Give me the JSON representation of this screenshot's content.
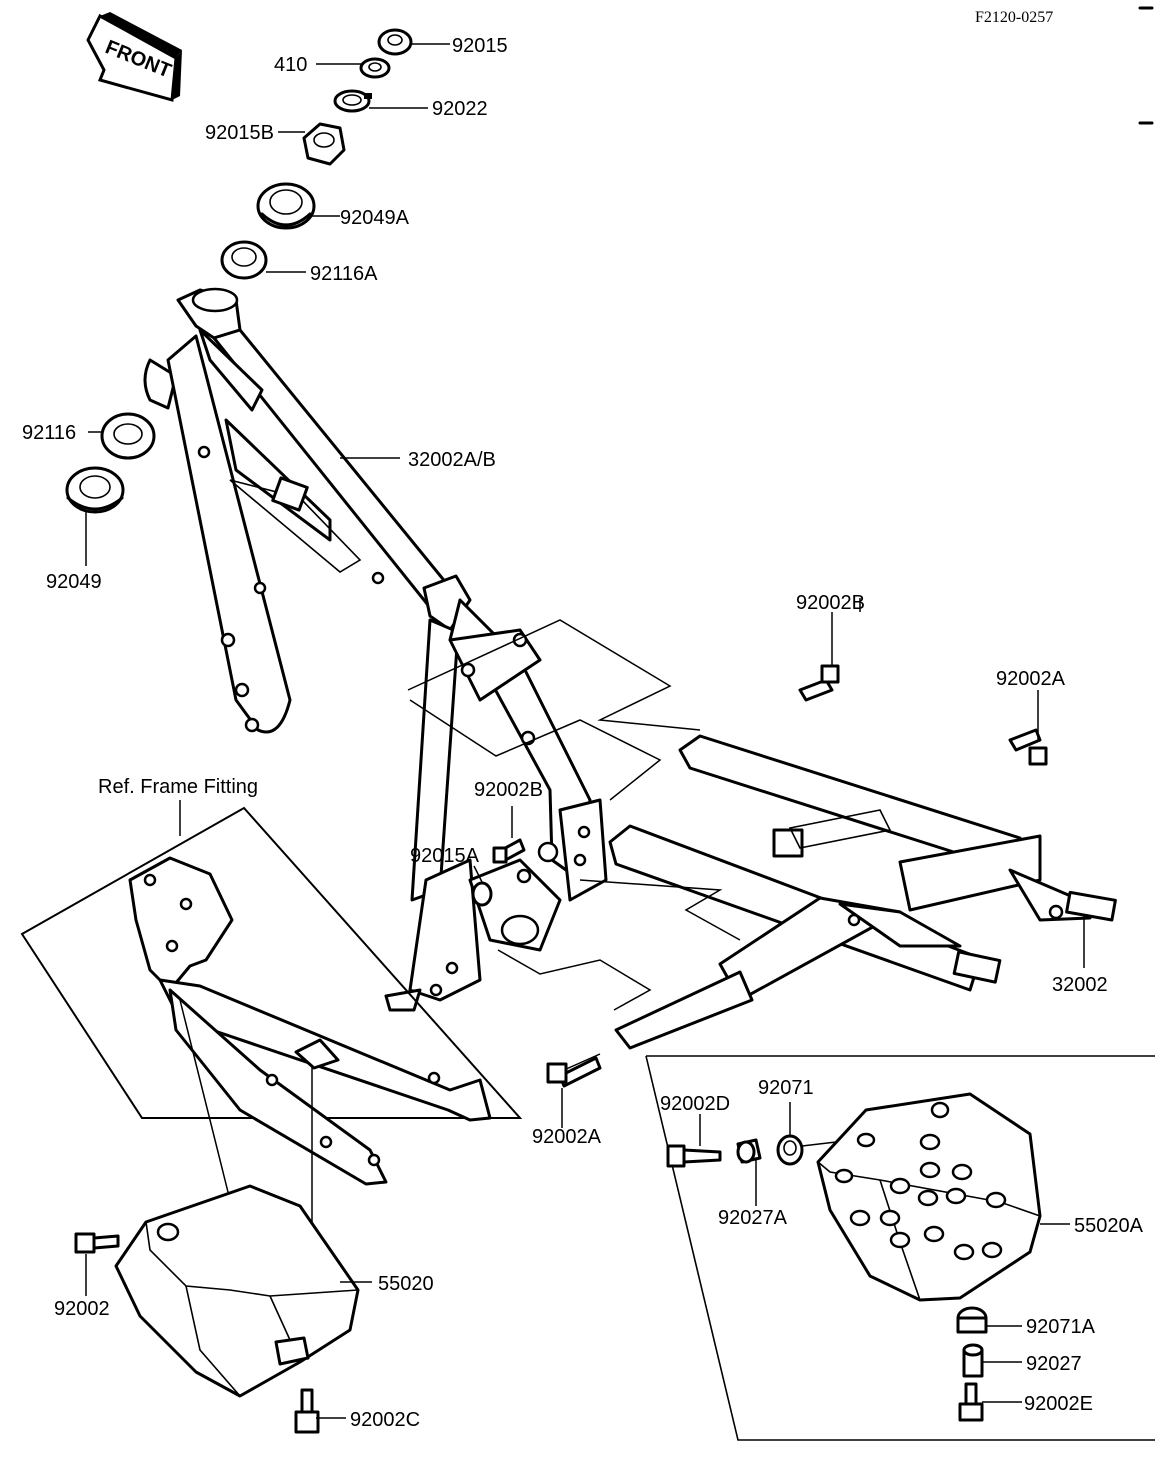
{
  "drawing_code": "F2120-0257",
  "front_arrow": "FRONT",
  "inset_title": "Ref. Frame Fitting",
  "parts": {
    "p92015": "92015",
    "p410": "410",
    "p92022": "92022",
    "p92015B": "92015B",
    "p92049A": "92049A",
    "p92116A": "92116A",
    "p92116": "92116",
    "p92049": "92049",
    "p32002AB": "32002A/B",
    "p92002B_top": "92002B",
    "p92002A_right": "92002A",
    "p92002B_mid": "92002B",
    "p92015A": "92015A",
    "p32002": "32002",
    "p92002A_bottom": "92002A",
    "p92002D": "92002D",
    "p92071": "92071",
    "p92027A": "92027A",
    "p55020A": "55020A",
    "p92071A": "92071A",
    "p92027": "92027",
    "p92002E": "92002E",
    "p92002": "92002",
    "p55020": "55020",
    "p92002C": "92002C"
  }
}
